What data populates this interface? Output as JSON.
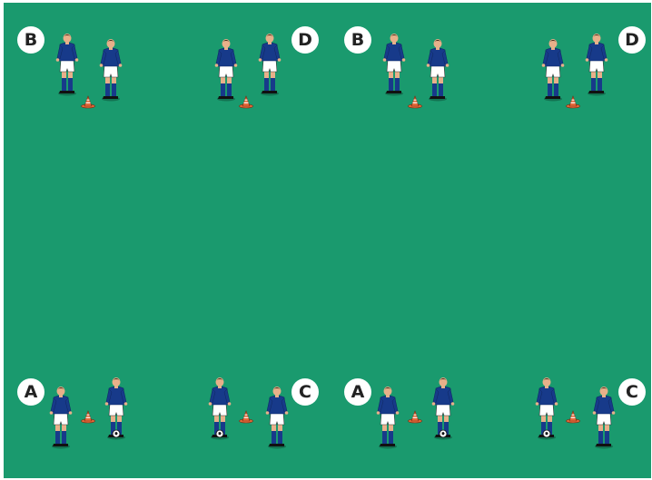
{
  "colors": {
    "pitch": "#1a9a6e",
    "jersey": "#173a8a",
    "shorts": "#ffffff",
    "socks": "#173a8a",
    "skin": "#e8b08a",
    "hair": "#3a2416",
    "cone": "#e56a3a",
    "cone_stripe": "#ffffff",
    "marker_fill": "#ffffff",
    "marker_text": "#222222"
  },
  "markers": [
    {
      "label": "B"
    },
    {
      "label": "D"
    },
    {
      "label": "B"
    },
    {
      "label": "D"
    },
    {
      "label": "A"
    },
    {
      "label": "C"
    },
    {
      "label": "A"
    },
    {
      "label": "C"
    }
  ],
  "players": {
    "top_count": 8,
    "bottom_count": 8,
    "with_ball": 4
  },
  "cones": {
    "count": 8
  }
}
